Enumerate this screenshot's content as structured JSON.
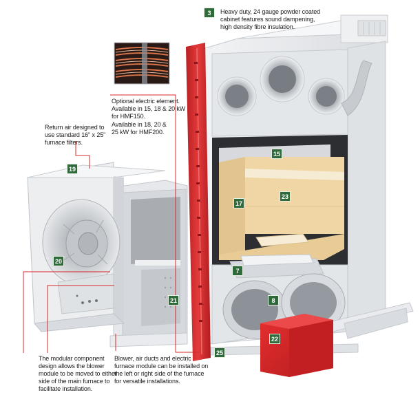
{
  "callouts": {
    "cabinet": "Heavy duty, 24 gauge powder coated\ncabinet features sound dampening,\nhigh density fibre insulation.",
    "element_a": "Optional electric element.\nAvailable in 15, 18 & 20 kW\nfor HMF150.",
    "element_b": "Available in 18, 20 &\n25 kW for HMF200.",
    "return_air": "Return air designed to\nuse standard 16\" x 25\"\nfurnace filters.",
    "modular": "The modular component\ndesign allows the blower\nmodule to be moved to either\nside of the main furnace to\nfacilitate installation.",
    "blower_ducts": "Blower, air ducts and electric\nfurnace module can be installed on\nthe left or right side of the furnace\nfor versatile installations."
  },
  "badges": {
    "b3": "3",
    "b15": "15",
    "b17": "17",
    "b19": "19",
    "b20": "20",
    "b23": "23",
    "b7": "7",
    "b8": "8",
    "b21": "21",
    "b22": "22",
    "b25": "25"
  },
  "colors": {
    "accent_red": "#d4282b",
    "badge_green": "#2f6b3a",
    "firebox": "#efd6a4",
    "cabinet": "#e9ebee"
  }
}
